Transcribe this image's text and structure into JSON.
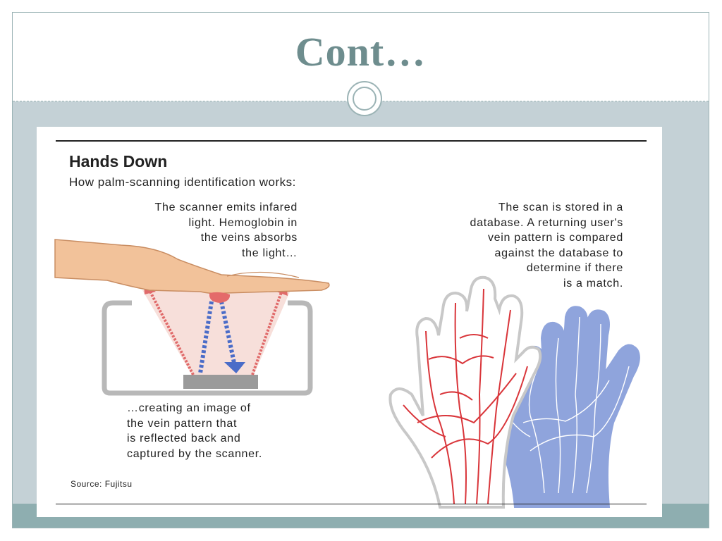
{
  "slide": {
    "title": "Cont…"
  },
  "figure": {
    "heading": "Hands Down",
    "subheading": "How palm-scanning identification works:",
    "caption_scanner": [
      "The scanner emits infared",
      "light. Hemoglobin in",
      "the veins absorbs",
      "the light…"
    ],
    "caption_database": [
      "The scan is stored in a",
      "database. A returning user's",
      "vein pattern is compared",
      "against the database to",
      "determine if there",
      "is a match."
    ],
    "caption_reflection": [
      "…creating an image of",
      "the vein pattern that",
      "is reflected back and",
      "captured by the scanner."
    ],
    "source": "Source: Fujitsu"
  },
  "colors": {
    "title": "#6e8d8e",
    "frame_bg": "#c4d1d6",
    "bottom_band": "#8eaeb0",
    "vein_red": "#d9353a",
    "vein_blue": "#8fa4dc",
    "skin": "#f2c29a"
  }
}
